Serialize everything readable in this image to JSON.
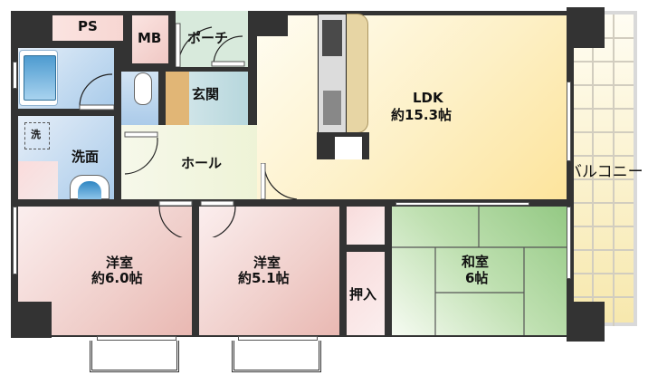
{
  "floorplan": {
    "rooms": {
      "ps": {
        "label": "PS"
      },
      "mb": {
        "label": "MB"
      },
      "porch": {
        "label": "ポーチ"
      },
      "entrance": {
        "label": "玄関"
      },
      "ldk": {
        "label": "LDK",
        "size": "約15.3帖"
      },
      "hall": {
        "label": "ホール"
      },
      "washroom": {
        "label": "洗面"
      },
      "washer": {
        "label": "洗"
      },
      "western1": {
        "label": "洋室",
        "size": "約6.0帖"
      },
      "western2": {
        "label": "洋室",
        "size": "約5.1帖"
      },
      "closet": {
        "label": "押入"
      },
      "japanese": {
        "label": "和室",
        "size": "6帖"
      },
      "balcony": {
        "label": "バルコニー"
      }
    },
    "colors": {
      "wall": "#333333",
      "ldk": "#fde9a8",
      "western": "#f0cfcb",
      "japanese": "#a9d49a",
      "bath": "#bcd8ef",
      "hall": "#eef3df",
      "porch": "#d8eadc",
      "balcony": "#f8efc8"
    }
  }
}
